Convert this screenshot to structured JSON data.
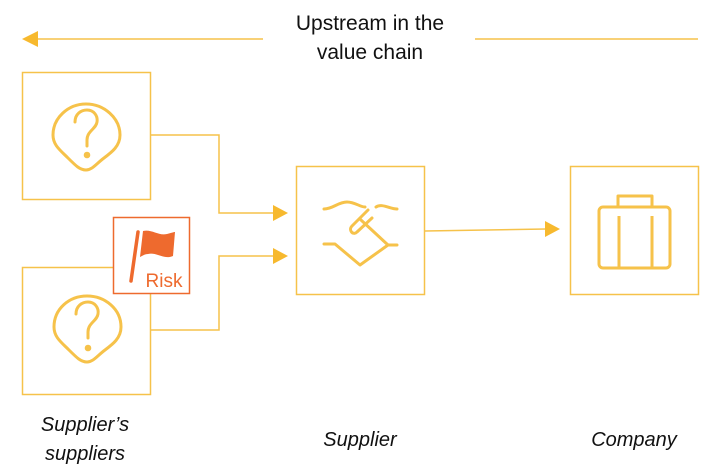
{
  "header": {
    "title_line1": "Upstream in the",
    "title_line2": "value chain"
  },
  "colors": {
    "accent": "#F6C24A",
    "arrow": "#F7B92E",
    "risk": "#EE6A2E"
  },
  "nodes": [
    {
      "id": "supplier-supplier-1",
      "icon": "question-icon"
    },
    {
      "id": "supplier-supplier-2",
      "icon": "question-icon"
    },
    {
      "id": "supplier",
      "icon": "handshake-icon"
    },
    {
      "id": "company",
      "icon": "briefcase-icon"
    }
  ],
  "risk_badge": {
    "label": "Risk",
    "icon": "flag-icon"
  },
  "labels": {
    "suppliers_suppliers_line1": "Supplier’s",
    "suppliers_suppliers_line2": "suppliers",
    "supplier": "Supplier",
    "company": "Company"
  }
}
